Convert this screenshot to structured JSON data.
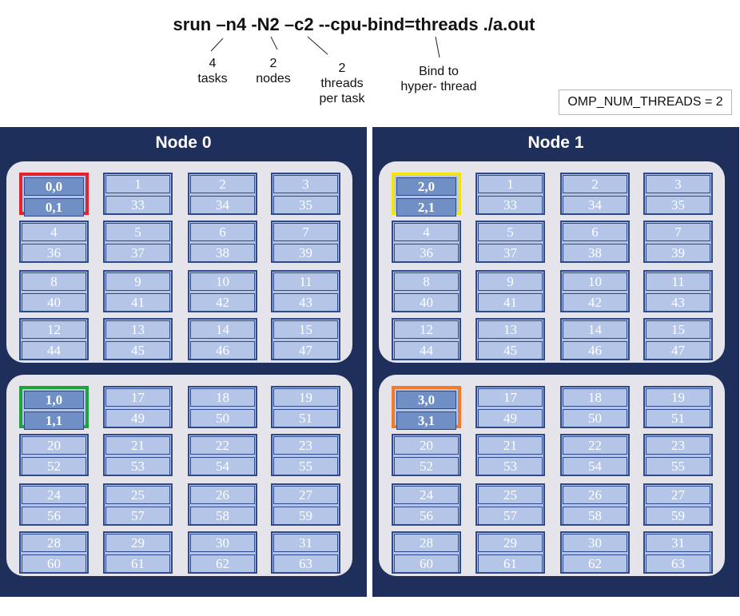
{
  "command": "srun –n4 -N2 –c2 --cpu-bind=threads ./a.out",
  "annotations": {
    "tasks": [
      "4",
      "tasks"
    ],
    "nodes": [
      "2",
      "nodes"
    ],
    "threads": [
      "2",
      "threads",
      "per task"
    ],
    "bind": [
      "Bind to",
      "hyper- thread"
    ]
  },
  "omp_label": "OMP_NUM_THREADS = 2",
  "colors": {
    "node_background": "#1f2f5c",
    "socket_background": "#e4e4ea",
    "core_fill": "#b4c5e7",
    "core_border": "#2e4a8a",
    "assigned_fill": "#6f8fc5",
    "task0": "#e8202a",
    "task1": "#1ea33a",
    "task2": "#f2e313",
    "task3": "#f07c2a"
  },
  "nodes": [
    {
      "title": "Node 0",
      "sockets": [
        {
          "cores": [
            {
              "threads": [
                "0,0",
                "0,1"
              ],
              "task_color": "task0"
            },
            {
              "threads": [
                "1",
                "33"
              ]
            },
            {
              "threads": [
                "2",
                "34"
              ]
            },
            {
              "threads": [
                "3",
                "35"
              ]
            },
            {
              "threads": [
                "4",
                "36"
              ]
            },
            {
              "threads": [
                "5",
                "37"
              ]
            },
            {
              "threads": [
                "6",
                "38"
              ]
            },
            {
              "threads": [
                "7",
                "39"
              ]
            },
            {
              "threads": [
                "8",
                "40"
              ]
            },
            {
              "threads": [
                "9",
                "41"
              ]
            },
            {
              "threads": [
                "10",
                "42"
              ]
            },
            {
              "threads": [
                "11",
                "43"
              ]
            },
            {
              "threads": [
                "12",
                "44"
              ]
            },
            {
              "threads": [
                "13",
                "45"
              ]
            },
            {
              "threads": [
                "14",
                "46"
              ]
            },
            {
              "threads": [
                "15",
                "47"
              ]
            }
          ]
        },
        {
          "cores": [
            {
              "threads": [
                "1,0",
                "1,1"
              ],
              "task_color": "task1"
            },
            {
              "threads": [
                "17",
                "49"
              ]
            },
            {
              "threads": [
                "18",
                "50"
              ]
            },
            {
              "threads": [
                "19",
                "51"
              ]
            },
            {
              "threads": [
                "20",
                "52"
              ]
            },
            {
              "threads": [
                "21",
                "53"
              ]
            },
            {
              "threads": [
                "22",
                "54"
              ]
            },
            {
              "threads": [
                "23",
                "55"
              ]
            },
            {
              "threads": [
                "24",
                "56"
              ]
            },
            {
              "threads": [
                "25",
                "57"
              ]
            },
            {
              "threads": [
                "26",
                "58"
              ]
            },
            {
              "threads": [
                "27",
                "59"
              ]
            },
            {
              "threads": [
                "28",
                "60"
              ]
            },
            {
              "threads": [
                "29",
                "61"
              ]
            },
            {
              "threads": [
                "30",
                "62"
              ]
            },
            {
              "threads": [
                "31",
                "63"
              ]
            }
          ]
        }
      ]
    },
    {
      "title": "Node 1",
      "sockets": [
        {
          "cores": [
            {
              "threads": [
                "2,0",
                "2,1"
              ],
              "task_color": "task2"
            },
            {
              "threads": [
                "1",
                "33"
              ]
            },
            {
              "threads": [
                "2",
                "34"
              ]
            },
            {
              "threads": [
                "3",
                "35"
              ]
            },
            {
              "threads": [
                "4",
                "36"
              ]
            },
            {
              "threads": [
                "5",
                "37"
              ]
            },
            {
              "threads": [
                "6",
                "38"
              ]
            },
            {
              "threads": [
                "7",
                "39"
              ]
            },
            {
              "threads": [
                "8",
                "40"
              ]
            },
            {
              "threads": [
                "9",
                "41"
              ]
            },
            {
              "threads": [
                "10",
                "42"
              ]
            },
            {
              "threads": [
                "11",
                "43"
              ]
            },
            {
              "threads": [
                "12",
                "44"
              ]
            },
            {
              "threads": [
                "13",
                "45"
              ]
            },
            {
              "threads": [
                "14",
                "46"
              ]
            },
            {
              "threads": [
                "15",
                "47"
              ]
            }
          ]
        },
        {
          "cores": [
            {
              "threads": [
                "3,0",
                "3,1"
              ],
              "task_color": "task3"
            },
            {
              "threads": [
                "17",
                "49"
              ]
            },
            {
              "threads": [
                "18",
                "50"
              ]
            },
            {
              "threads": [
                "19",
                "51"
              ]
            },
            {
              "threads": [
                "20",
                "52"
              ]
            },
            {
              "threads": [
                "21",
                "53"
              ]
            },
            {
              "threads": [
                "22",
                "54"
              ]
            },
            {
              "threads": [
                "23",
                "55"
              ]
            },
            {
              "threads": [
                "24",
                "56"
              ]
            },
            {
              "threads": [
                "25",
                "57"
              ]
            },
            {
              "threads": [
                "26",
                "58"
              ]
            },
            {
              "threads": [
                "27",
                "59"
              ]
            },
            {
              "threads": [
                "28",
                "60"
              ]
            },
            {
              "threads": [
                "29",
                "61"
              ]
            },
            {
              "threads": [
                "30",
                "62"
              ]
            },
            {
              "threads": [
                "31",
                "63"
              ]
            }
          ]
        }
      ]
    }
  ]
}
